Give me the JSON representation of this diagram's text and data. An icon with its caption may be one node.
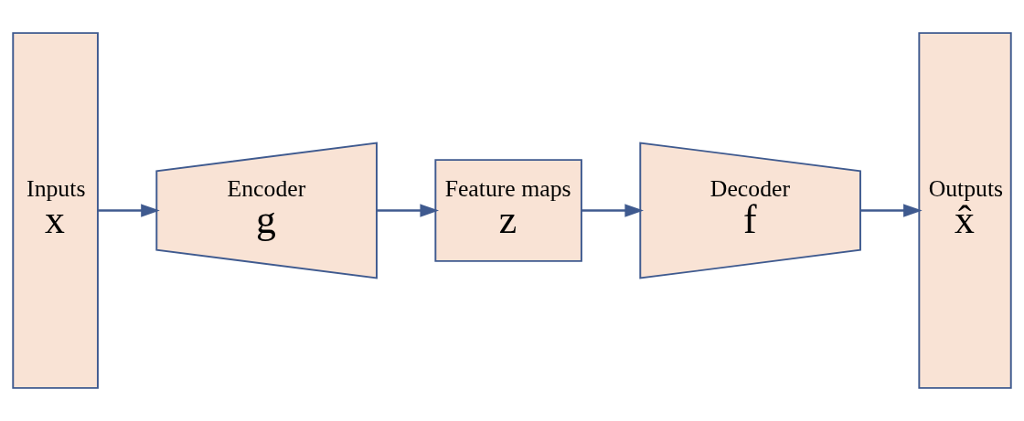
{
  "diagram": {
    "nodes": [
      {
        "text": [
          "Inputs",
          "x"
        ]
      },
      {
        "text": [
          "Encoder",
          "g"
        ]
      },
      {
        "text": [
          "Feature maps",
          "z"
        ]
      },
      {
        "text": [
          "Decoder",
          "f"
        ]
      },
      {
        "text": [
          "Outputs",
          "x̂"
        ]
      }
    ],
    "edges": [
      {
        "from": 0,
        "to": 1,
        "arrow": "to"
      },
      {
        "from": 1,
        "to": 2,
        "arrow": "to"
      },
      {
        "from": 2,
        "to": 3,
        "arrow": "to"
      },
      {
        "from": 3,
        "to": 4,
        "arrow": "to"
      }
    ]
  }
}
